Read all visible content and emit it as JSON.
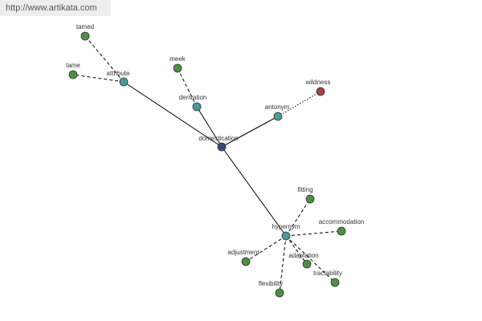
{
  "site": {
    "url": "http://www.artikata.com"
  },
  "colors": {
    "center": "#3b4a7a",
    "relation": "#4a9a9a",
    "term": "#4f8f45",
    "antonym_term": "#a84444",
    "line": "#000000",
    "label": "#333333"
  },
  "nodes": [
    {
      "id": "domestication",
      "label": "domestication",
      "kind": "center"
    },
    {
      "id": "attribute",
      "label": "attribute",
      "kind": "relation"
    },
    {
      "id": "tamed",
      "label": "tamed",
      "kind": "term"
    },
    {
      "id": "tame",
      "label": "tame",
      "kind": "term"
    },
    {
      "id": "derivation",
      "label": "derivation",
      "kind": "relation"
    },
    {
      "id": "meek",
      "label": "meek",
      "kind": "term"
    },
    {
      "id": "antonym",
      "label": "antonym",
      "kind": "relation"
    },
    {
      "id": "wildness",
      "label": "wildness",
      "kind": "antonym_term"
    },
    {
      "id": "hypernym",
      "label": "hypernym",
      "kind": "relation"
    },
    {
      "id": "fitting",
      "label": "fitting",
      "kind": "term"
    },
    {
      "id": "accommodation",
      "label": "accommodation",
      "kind": "term"
    },
    {
      "id": "adjustment",
      "label": "adjustment",
      "kind": "term"
    },
    {
      "id": "adaptation",
      "label": "adaptation",
      "kind": "term"
    },
    {
      "id": "tractability",
      "label": "tractability",
      "kind": "term"
    },
    {
      "id": "flexibility",
      "label": "flexibility",
      "kind": "term"
    }
  ],
  "edges": [
    {
      "from": "domestication",
      "to": "attribute",
      "style": "solid"
    },
    {
      "from": "domestication",
      "to": "derivation",
      "style": "solid"
    },
    {
      "from": "domestication",
      "to": "antonym",
      "style": "solid"
    },
    {
      "from": "domestication",
      "to": "hypernym",
      "style": "solid"
    },
    {
      "from": "attribute",
      "to": "tamed",
      "style": "dashed"
    },
    {
      "from": "attribute",
      "to": "tame",
      "style": "dashed"
    },
    {
      "from": "derivation",
      "to": "meek",
      "style": "dashed"
    },
    {
      "from": "antonym",
      "to": "wildness",
      "style": "dotted"
    },
    {
      "from": "hypernym",
      "to": "fitting",
      "style": "dashed"
    },
    {
      "from": "hypernym",
      "to": "accommodation",
      "style": "dashed"
    },
    {
      "from": "hypernym",
      "to": "adjustment",
      "style": "dashed"
    },
    {
      "from": "hypernym",
      "to": "adaptation",
      "style": "dashed"
    },
    {
      "from": "hypernym",
      "to": "tractability",
      "style": "dashed"
    },
    {
      "from": "hypernym",
      "to": "flexibility",
      "style": "dashed"
    }
  ]
}
